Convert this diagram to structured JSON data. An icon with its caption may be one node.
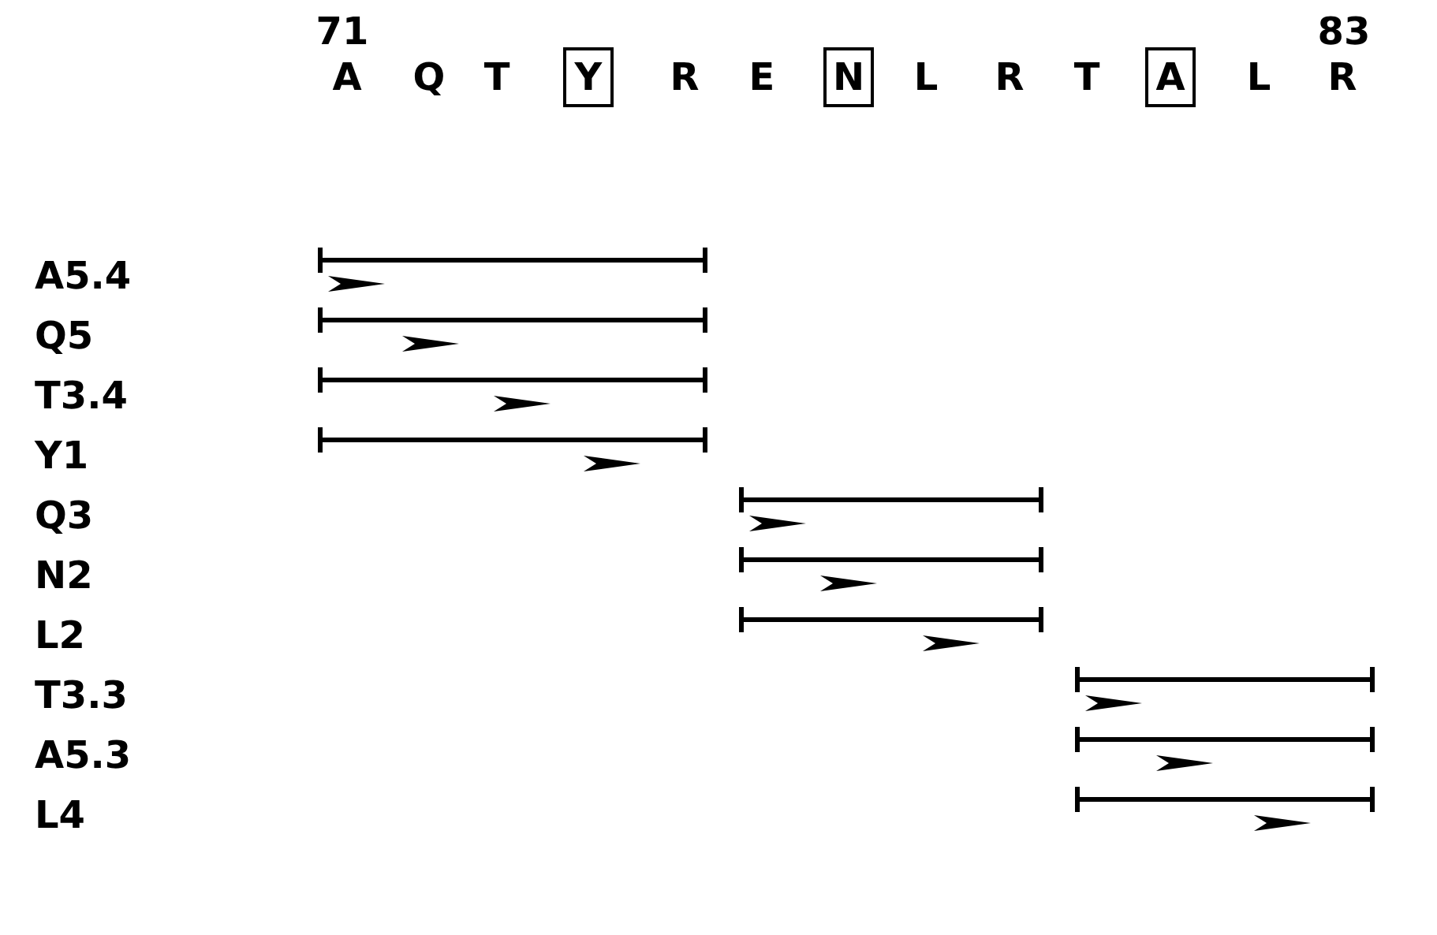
{
  "diagram": {
    "nodes": [
      {
        "text": [
          "Y"
        ]
      },
      {
        "text": [
          "N"
        ]
      },
      {
        "text": [
          "A"
        ]
      }
    ],
    "labels": [
      "71",
      "83",
      "A",
      "Q",
      "T",
      "R",
      "E",
      "L",
      "R",
      "T",
      "L",
      "R",
      "A5.4",
      "Q5",
      "T3.4",
      "Y1",
      "Q3",
      "N2",
      "L2",
      "T3.3",
      "A5.3",
      "L4"
    ]
  }
}
